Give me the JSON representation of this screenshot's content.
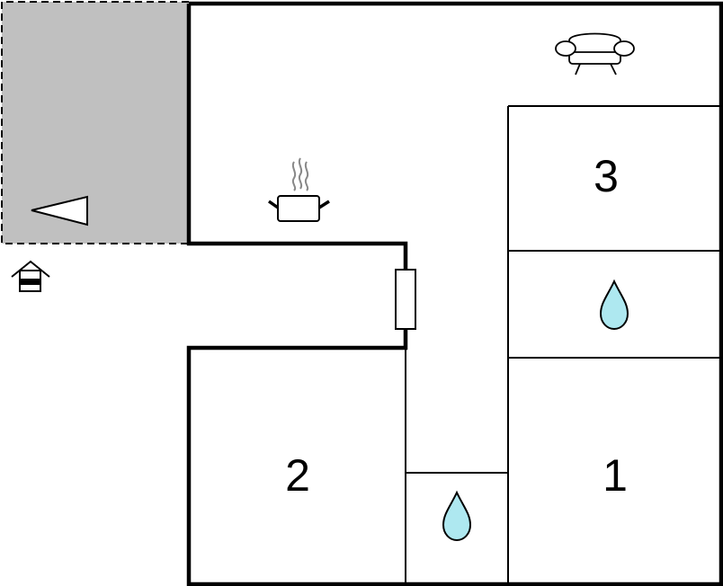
{
  "colors": {
    "wall": "#000000",
    "background": "#ffffff",
    "terrace": "#c0c0c0",
    "water": "#aee8f0"
  },
  "rooms": [
    {
      "id": "bedroom-1",
      "label": "1"
    },
    {
      "id": "bedroom-2",
      "label": "2"
    },
    {
      "id": "bedroom-3",
      "label": "3"
    }
  ],
  "icons": {
    "sofa": "sofa-icon",
    "kitchen": "cooking-pot-icon",
    "bathroom": "water-drop-icon",
    "entrance": "house-entrance-icon",
    "terrace": "terrace-triangle-icon",
    "fireplace": "heater-icon"
  }
}
